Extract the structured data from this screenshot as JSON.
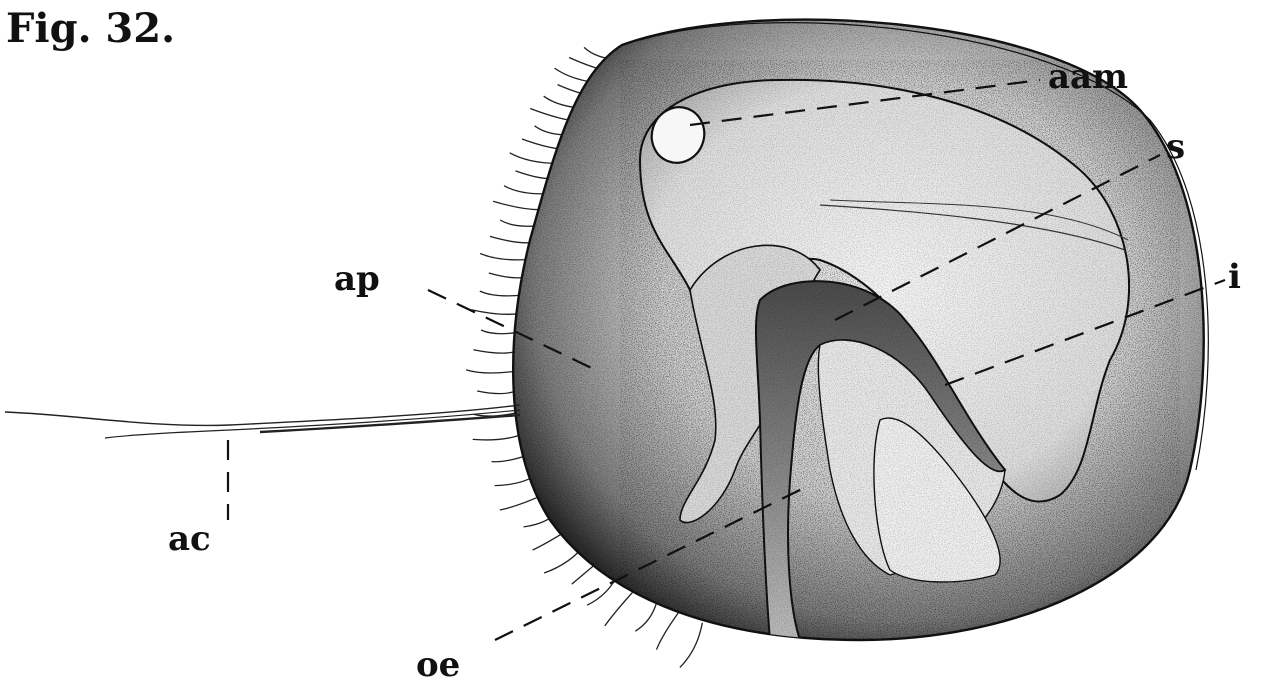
{
  "figure": {
    "title": "Fig. 32.",
    "labels": {
      "aam": "aam",
      "s": "s",
      "ap": "ap",
      "i": "i",
      "ac": "ac",
      "oe": "oe"
    }
  }
}
